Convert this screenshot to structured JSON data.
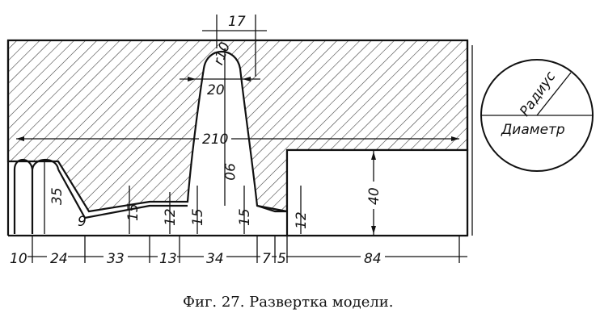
{
  "caption": "Фиг. 27. Развертка модели.",
  "legend": {
    "radius": "Радиус",
    "diameter": "Диаметр"
  },
  "dims": {
    "d17": "17",
    "r10": "r10",
    "d20": "20",
    "d210": "210",
    "d90": "90",
    "d35": "35",
    "d40": "40",
    "d9": "9",
    "d15a": "15",
    "d12a": "12",
    "d15b": "15",
    "d15c": "15",
    "d12b": "12",
    "d10": "10",
    "d24": "24",
    "d33": "33",
    "d13": "13",
    "d34": "34",
    "d7": "7",
    "d5": "5",
    "d84": "84"
  }
}
